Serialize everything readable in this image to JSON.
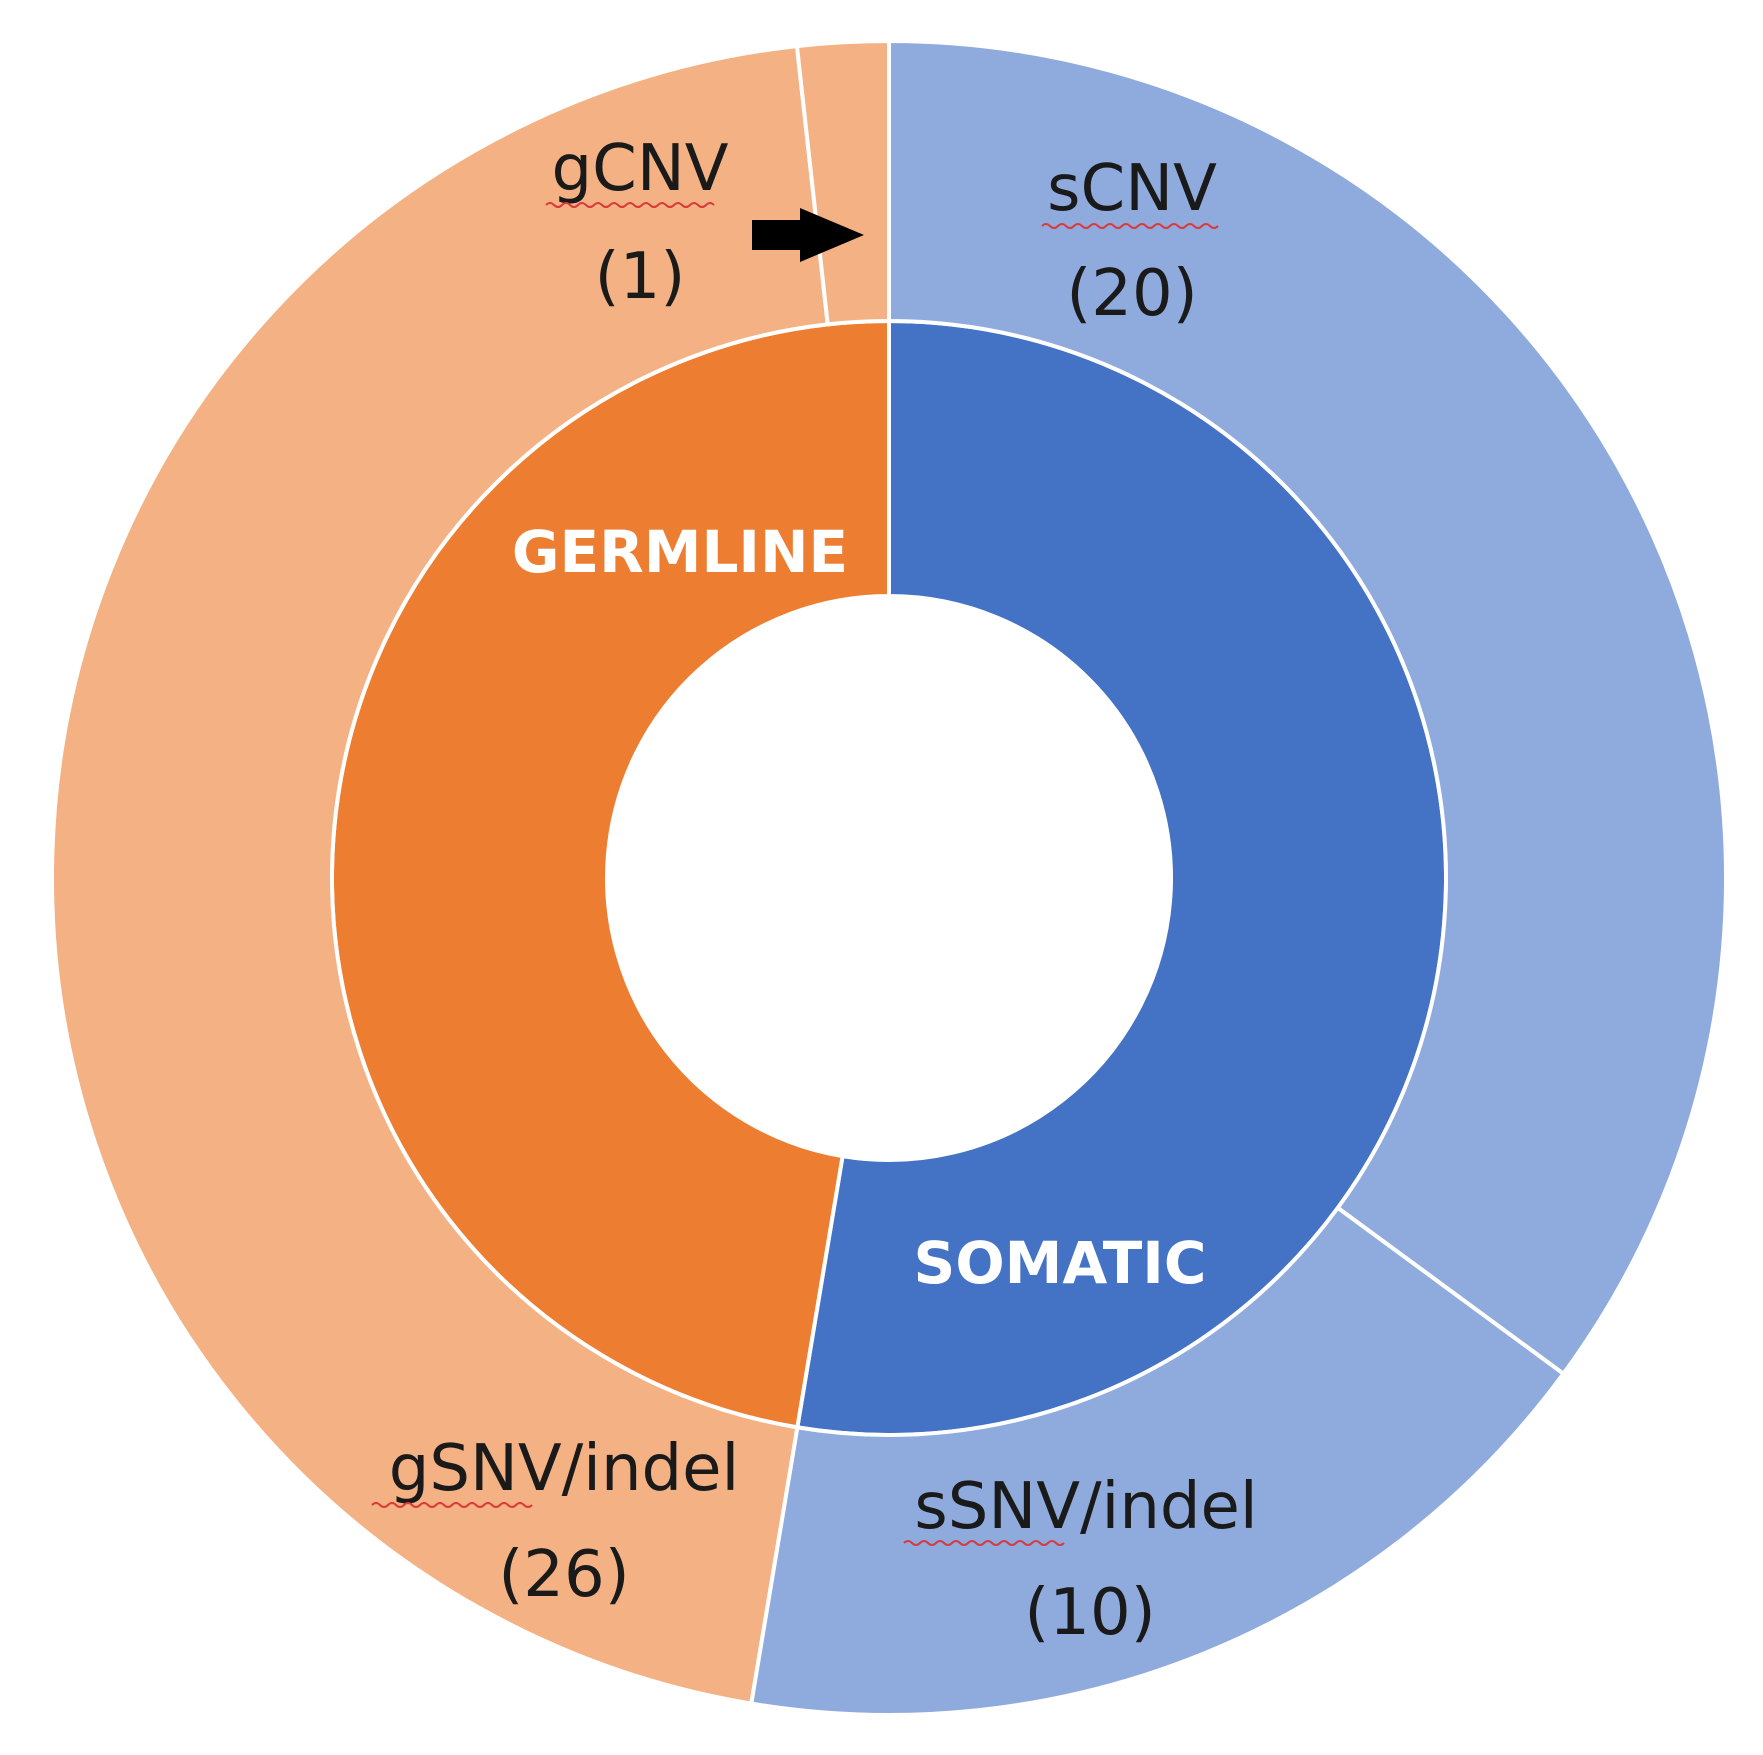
{
  "chart_data": {
    "type": "pie",
    "style": "nested donut (sunburst)",
    "inner_ring": {
      "categories": [
        "GERMLINE",
        "SOMATIC"
      ],
      "values": [
        27,
        30
      ],
      "colors": [
        "#ed7d31",
        "#4472c4"
      ]
    },
    "outer_ring": {
      "series": [
        {
          "name": "sCNV",
          "count_label": "(20)",
          "value": 20,
          "parent": "SOMATIC",
          "color": "#8faadc"
        },
        {
          "name": "sSNV/indel",
          "count_label": "(10)",
          "value": 10,
          "parent": "SOMATIC",
          "color": "#8faadc"
        },
        {
          "name": "gSNV/indel",
          "count_label": "(26)",
          "value": 26,
          "parent": "GERMLINE",
          "color": "#f4b183"
        },
        {
          "name": "gCNV",
          "count_label": "(1)",
          "value": 1,
          "parent": "GERMLINE",
          "color": "#f4b183"
        }
      ]
    },
    "annotations": [
      "arrow pointing to gCNV segment"
    ],
    "legend": "none",
    "title": ""
  }
}
